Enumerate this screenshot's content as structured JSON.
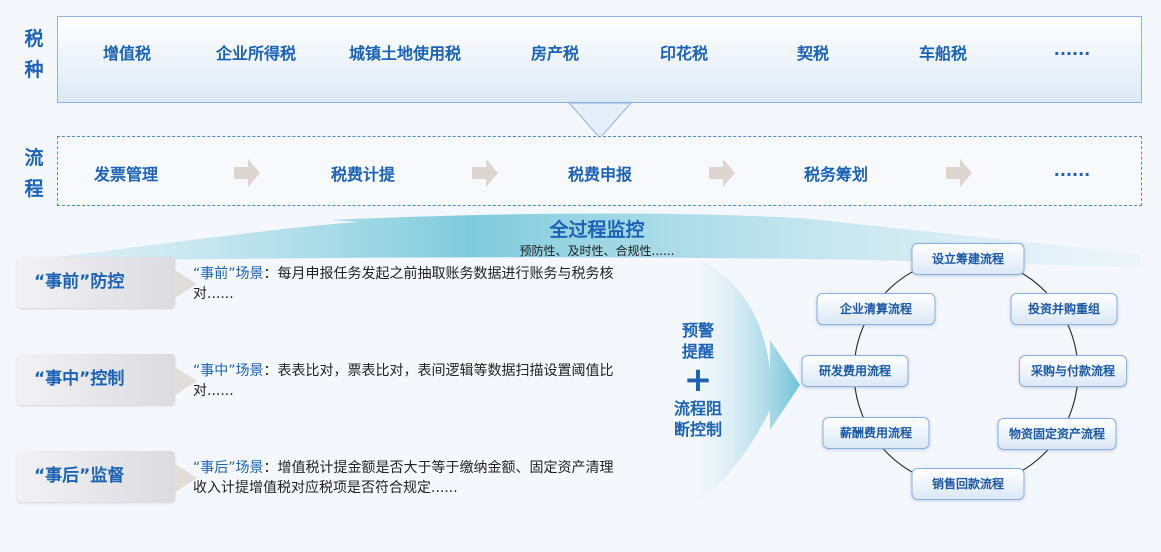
{
  "tax_section": {
    "label": [
      "税",
      "种"
    ],
    "items": [
      "增值税",
      "企业所得税",
      "城镇土地使用税",
      "房产税",
      "印花税",
      "契税",
      "车船税",
      "......"
    ]
  },
  "process_section": {
    "label": [
      "流",
      "程"
    ],
    "items": [
      "发票管理",
      "税费计提",
      "税费申报",
      "税务筹划",
      "......"
    ]
  },
  "monitor": {
    "title": "全过程监控",
    "subtitle": "预防性、及时性、合规性......"
  },
  "stages": [
    {
      "label": "“事前”防控",
      "scene": "“事前”场景",
      "text": "：每月申报任务发起之前抽取账务数据进行账务与税务核对......"
    },
    {
      "label": "“事中”控制",
      "scene": "“事中”场景",
      "text": "：表表比对，票表比对，表间逻辑等数据扫描设置阈值比对......"
    },
    {
      "label": "“事后”监督",
      "scene": "“事后”场景",
      "text": "：增值税计提金额是否大于等于缴纳金额、固定资产清理收入计提增值税对应税项是否符合规定......"
    }
  ],
  "control": {
    "line1": "预警",
    "line2": "提醒",
    "plus": "+",
    "line3": "流程阻",
    "line4": "断控制"
  },
  "cycle": [
    "设立筹建流程",
    "投资并购重组",
    "采购与付款流程",
    "物资固定资产流程",
    "销售回款流程",
    "薪酬费用流程",
    "研发费用流程",
    "企业清算流程"
  ]
}
